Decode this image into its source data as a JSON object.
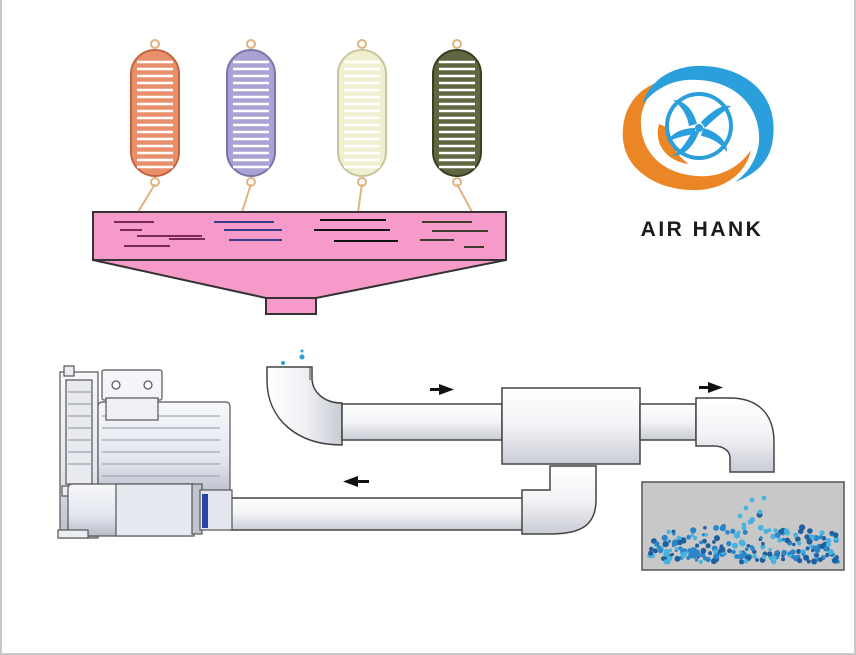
{
  "brand": {
    "name": "AIR HANK",
    "logo_icon": "swirl-fan-logo-icon",
    "colors": {
      "orange": "#ea8623",
      "blue": "#2a9fdc"
    }
  },
  "filter_bags": [
    {
      "name": "bag-orange",
      "fill": "#e8906c",
      "stroke": "#c2653e"
    },
    {
      "name": "bag-lavender",
      "fill": "#a8a3d4",
      "stroke": "#7a75a8"
    },
    {
      "name": "bag-cream",
      "fill": "#f1efd2",
      "stroke": "#c9c59a"
    },
    {
      "name": "bag-olive",
      "fill": "#5f6640",
      "stroke": "#3a3f22"
    }
  ],
  "hopper": {
    "fill": "#f59ac9",
    "stroke": "#333333"
  },
  "flow_arrows": [
    "arrow-right-icon",
    "arrow-right-icon",
    "arrow-left-icon"
  ],
  "bin_fill": "#c8c8c8",
  "pellet_colors": [
    "#1f5f9e",
    "#2a86c9",
    "#49b3e0"
  ]
}
